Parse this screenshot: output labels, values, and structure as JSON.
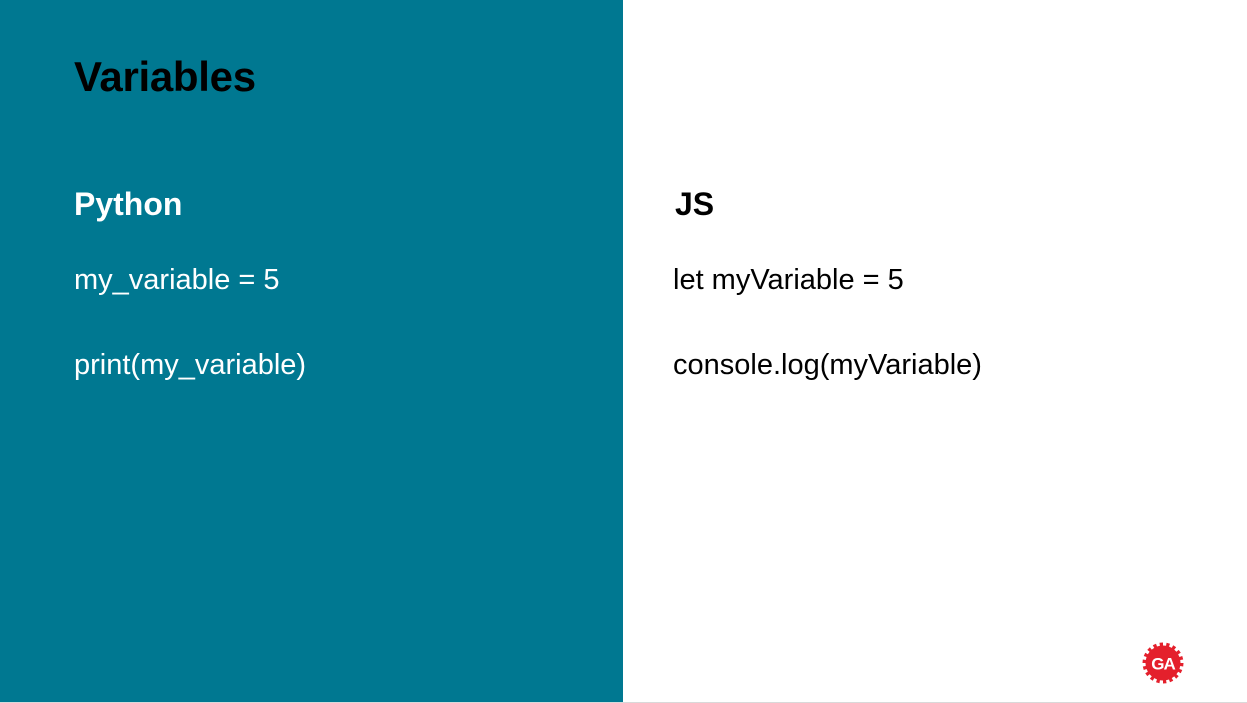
{
  "slide": {
    "title": "Variables",
    "python": {
      "heading": "Python",
      "lines": [
        "my_variable = 5",
        "print(my_variable)"
      ]
    },
    "js": {
      "heading": "JS",
      "lines": [
        "let myVariable = 5",
        "console.log(myVariable)"
      ]
    },
    "logo": {
      "text": "GA",
      "icon": "general-assembly-gear-logo-icon",
      "color": "#e4202c"
    }
  },
  "colors": {
    "left_panel": "#007891",
    "right_panel": "#ffffff",
    "title": "#000000"
  }
}
